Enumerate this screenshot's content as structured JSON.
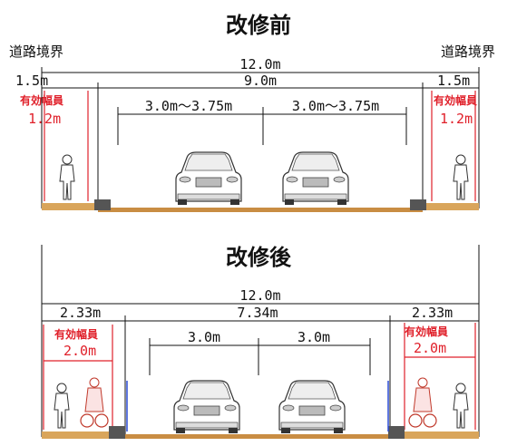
{
  "labels": {
    "road_boundary": "道路境界",
    "effective_width": "有効幅員"
  },
  "before": {
    "title": "改修前",
    "total": "12.0m",
    "carriageway": "9.0m",
    "lane_left": "3.0m～3.75m",
    "lane_right": "3.0m～3.75m",
    "side_left": "1.5m",
    "side_right": "1.5m",
    "eff_left": "1.2m",
    "eff_right": "1.2m"
  },
  "after": {
    "title": "改修後",
    "total": "12.0m",
    "carriageway": "7.34m",
    "lane_left": "3.0m",
    "lane_right": "3.0m",
    "side_left": "2.33m",
    "side_right": "2.33m",
    "eff_left": "2.0m",
    "eff_right": "2.0m"
  }
}
